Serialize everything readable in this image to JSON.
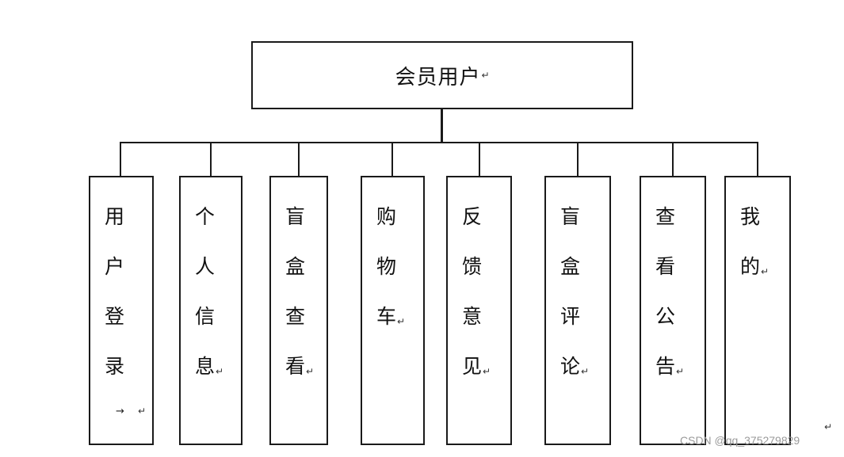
{
  "root": {
    "label": "会员用户",
    "mark": "↵"
  },
  "children": [
    {
      "chars": [
        "用",
        "户",
        "登",
        "录"
      ],
      "arrow": "→",
      "mark": "↵"
    },
    {
      "chars": [
        "个",
        "人",
        "信",
        "息"
      ],
      "mark": "↵"
    },
    {
      "chars": [
        "盲",
        "盒",
        "查",
        "看"
      ],
      "mark": "↵"
    },
    {
      "chars": [
        "购",
        "物",
        "车"
      ],
      "mark": "↵"
    },
    {
      "chars": [
        "反",
        "馈",
        "意",
        "见"
      ],
      "mark": "↵"
    },
    {
      "chars": [
        "盲",
        "盒",
        "评",
        "论"
      ],
      "mark": "↵"
    },
    {
      "chars": [
        "查",
        "看",
        "公",
        "告"
      ],
      "mark": "↵"
    },
    {
      "chars": [
        "我",
        "的"
      ],
      "mark": "↵"
    }
  ],
  "corner_mark": "↵",
  "watermark": "CSDN @qq_375279829"
}
